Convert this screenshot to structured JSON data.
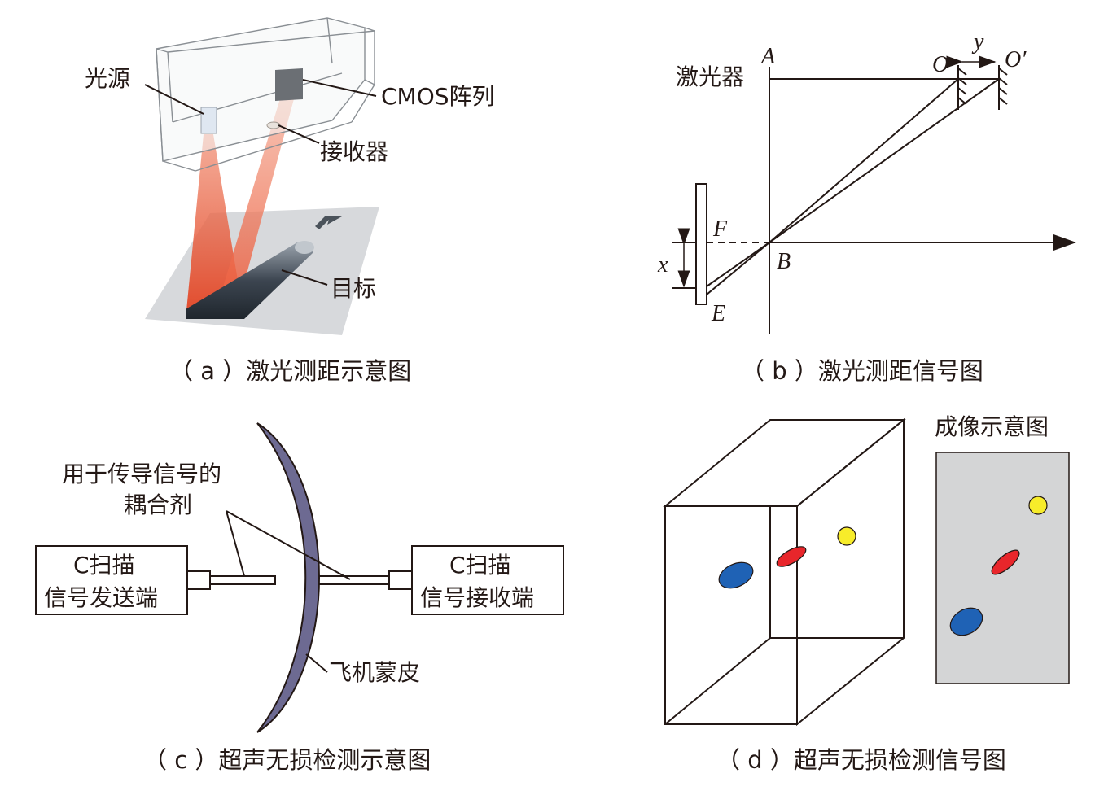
{
  "panel_a": {
    "caption": "（ a ）激光测距示意图",
    "labels": {
      "light_source": "光源",
      "cmos": "CMOS阵列",
      "receiver": "接收器",
      "target": "目标"
    }
  },
  "panel_b": {
    "caption": "（ b ）激光测距信号图",
    "labels": {
      "laser": "激光器",
      "A": "A",
      "O": "O",
      "O_prime": "O′",
      "y": "y",
      "F": "F",
      "B": "B",
      "x": "x",
      "E": "E"
    }
  },
  "panel_c": {
    "caption": "（ c ）超声无损检测示意图",
    "labels": {
      "couplant_line1": "用于传导信号的",
      "couplant_line2": "耦合剂",
      "sender_line1": "C扫描",
      "sender_line2": "信号发送端",
      "receiver_line1": "C扫描",
      "receiver_line2": "信号接收端",
      "skin": "飞机蒙皮"
    },
    "colors": {
      "skin_fill": "#6d6a92"
    }
  },
  "panel_d": {
    "caption": "（ d ）超声无损检测信号图",
    "labels": {
      "imaging": "成像示意图"
    },
    "colors": {
      "blue": "#1f62b5",
      "red": "#e8262b",
      "yellow": "#f7ec2a",
      "panel_gray": "#d4d5d6"
    }
  }
}
